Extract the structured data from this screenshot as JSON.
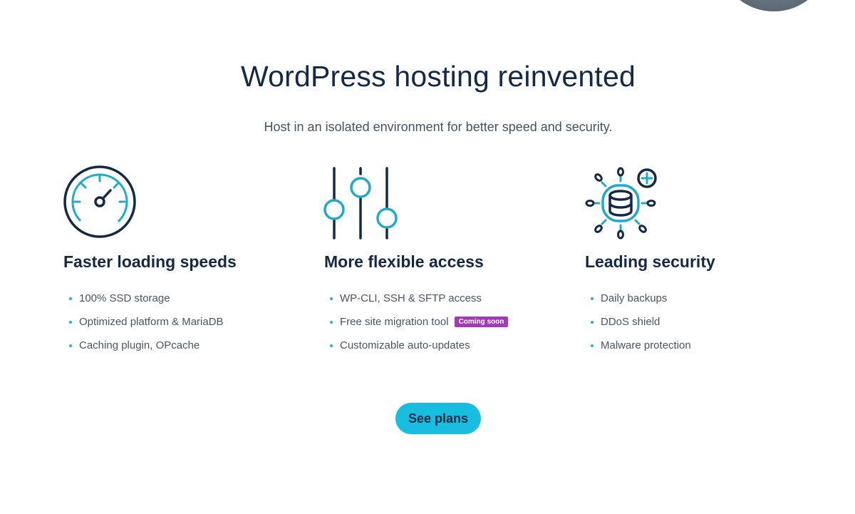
{
  "hero": {
    "title": "WordPress hosting reinvented",
    "subtitle": "Host in an isolated environment for better speed and security."
  },
  "features": [
    {
      "icon": "speedometer-icon",
      "title": "Faster loading speeds",
      "items": [
        "100% SSD storage",
        "Optimized platform & MariaDB",
        "Caching plugin, OPcache"
      ]
    },
    {
      "icon": "sliders-icon",
      "title": "More flexible access",
      "items": [
        "WP-CLI, SSH & SFTP access",
        "Free site migration tool",
        "Customizable auto-updates"
      ],
      "badge": "Coming soon"
    },
    {
      "icon": "database-shield-icon",
      "title": "Leading security",
      "items": [
        "Daily backups",
        "DDoS shield",
        "Malware protection"
      ]
    }
  ],
  "cta": {
    "label": "See plans"
  },
  "colors": {
    "navy": "#142946",
    "accent": "#19bde0",
    "badge": "#a23ab5"
  }
}
